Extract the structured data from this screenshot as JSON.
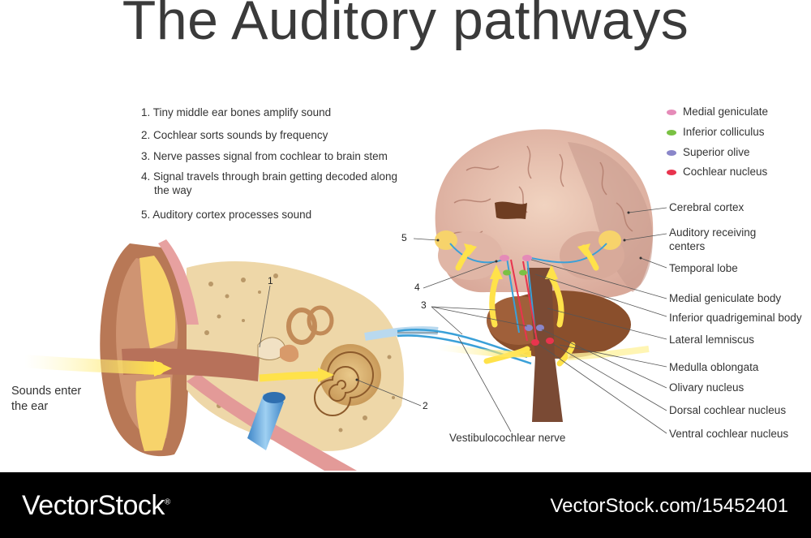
{
  "title": "The Auditory pathways",
  "steps": [
    "1. Tiny middle ear bones amplify sound",
    "2. Cochlear sorts sounds by frequency",
    "3. Nerve passes signal from cochlear to brain stem",
    "4. Signal travels through brain getting decoded along the way",
    "5. Auditory cortex processes sound"
  ],
  "legend": [
    {
      "label": "Medial geniculate",
      "color": "#e58bb8"
    },
    {
      "label": "Inferior colliculus",
      "color": "#7ac143"
    },
    {
      "label": "Superior olive",
      "color": "#8a86c9"
    },
    {
      "label": "Cochlear nucleus",
      "color": "#e8344e"
    }
  ],
  "brain_labels": {
    "cerebral_cortex": "Cerebral cortex",
    "auditory_receiving": "Auditory receiving centers",
    "temporal_lobe": "Temporal lobe",
    "medial_geniculate_body": "Medial geniculate body",
    "inferior_quadrigeminal_body": "Inferior quadrigeminal body",
    "lateral_lemniscus": "Lateral lemniscus",
    "medulla_oblongata": "Medulla oblongata",
    "olivary_nucleus": "Olivary nucleus",
    "dorsal_cochlear_nucleus": "Dorsal cochlear nucleus",
    "ventral_cochlear_nucleus": "Ventral cochlear nucleus"
  },
  "ear_labels": {
    "sounds_enter": "Sounds enter the ear",
    "vestibulocochlear": "Vestibulocochlear nerve"
  },
  "numbers": {
    "n1": "1",
    "n2": "2",
    "n3": "3",
    "n4": "4",
    "n5": "5"
  },
  "footer": {
    "brand": "VectorStock",
    "registered": "®",
    "url": "VectorStock.com/15452401"
  }
}
